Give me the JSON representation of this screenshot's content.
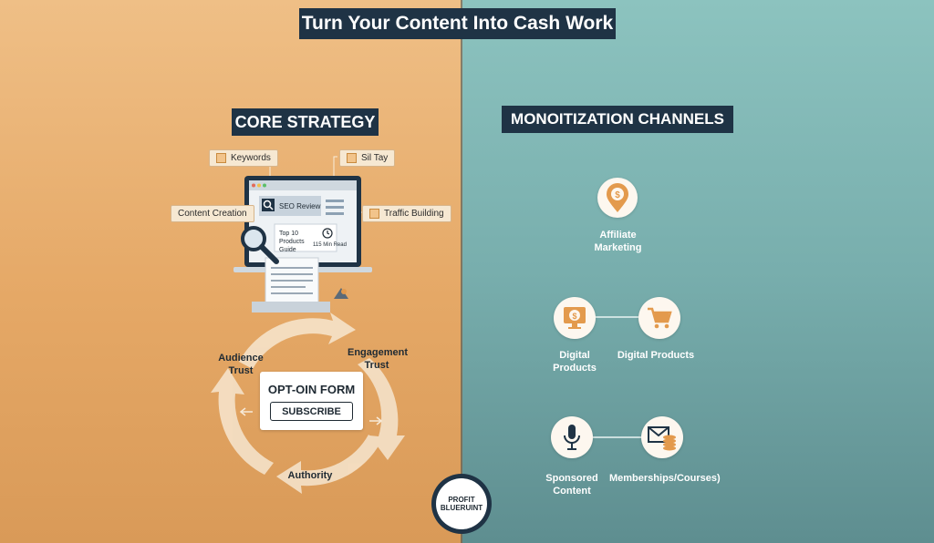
{
  "title": "Turn Your Content Into Cash Work",
  "left": {
    "header": "CORE STRATEGY",
    "chips": {
      "keywords": "Keywords",
      "sil_tay": "Sil Tay",
      "content_creation": "Content Creation",
      "traffic_building": "Traffic Building"
    },
    "screen": {
      "seo_review": "SEO Review",
      "card_title": "Top 10 Products Guide",
      "read_time": "115 Min Read"
    },
    "cycle": {
      "audience_trust": "Audience Trust",
      "engagement_trust": "Engagement Trust",
      "authority": "Authority"
    },
    "optin": {
      "title": "OPT-OIN FORM",
      "button": "SUBSCRIBE"
    }
  },
  "right": {
    "header": "MONOITIZATION CHANNELS",
    "channels": {
      "affiliate": "Affiliate Marketing",
      "digital_products_1": "Digital Products",
      "digital_products_2": "Digital Products",
      "sponsored": "Sponsored Content",
      "memberships": "Memberships/Courses)"
    }
  },
  "logo": {
    "line1": "PROFIT",
    "line2": "BLUERUINT"
  },
  "colors": {
    "left_bg": "#e5a866",
    "right_bg": "#78aead",
    "header_bg": "#1f3345",
    "icon_accent": "#e39a4d"
  },
  "icons": [
    "search-icon",
    "clock-icon",
    "dollar-pin-icon",
    "dollar-monitor-icon",
    "cart-icon",
    "microphone-icon",
    "mail-coins-icon",
    "magnifier-icon"
  ]
}
